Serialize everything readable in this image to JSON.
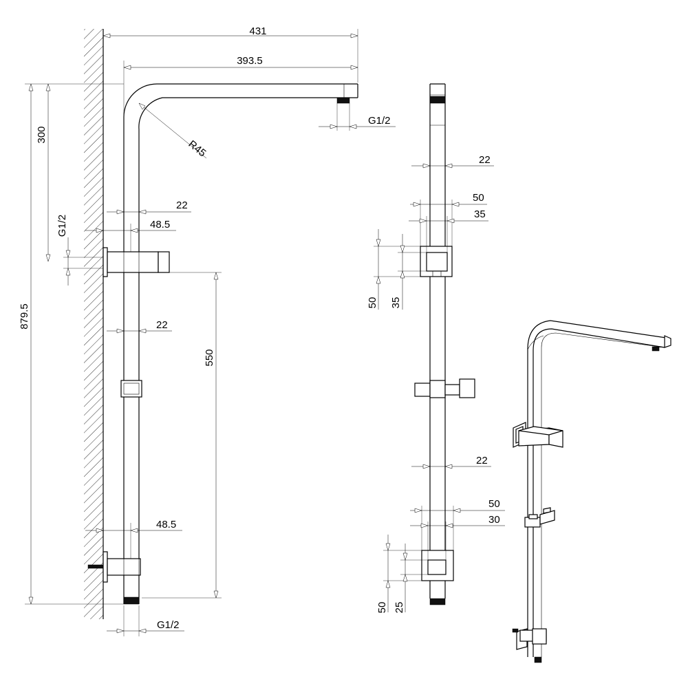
{
  "dimensions": {
    "top_width_total": "431",
    "arm_length": "393.5",
    "outlet_thread": "G1/2",
    "bend_radius": "R45",
    "upper_height": "300",
    "wall_inlet_thread": "G1/2",
    "overall_height": "879.5",
    "tube_dia_upper": "22",
    "bracket_offset_upper": "48.5",
    "tube_dia_mid": "22",
    "bracket_spacing": "550",
    "bracket_offset_lower": "48.5",
    "bottom_thread": "G1/2"
  },
  "front_view": {
    "tube_dia_top": "22",
    "bracket_outer_width": "50",
    "bracket_inner_width": "35",
    "bracket_outer_height": "50",
    "bracket_inner_height": "35",
    "tube_dia_bottom": "22",
    "lower_bracket_outer_width": "50",
    "lower_bracket_inner_width": "30",
    "lower_bracket_outer_height": "50",
    "lower_bracket_inner_height": "25"
  }
}
